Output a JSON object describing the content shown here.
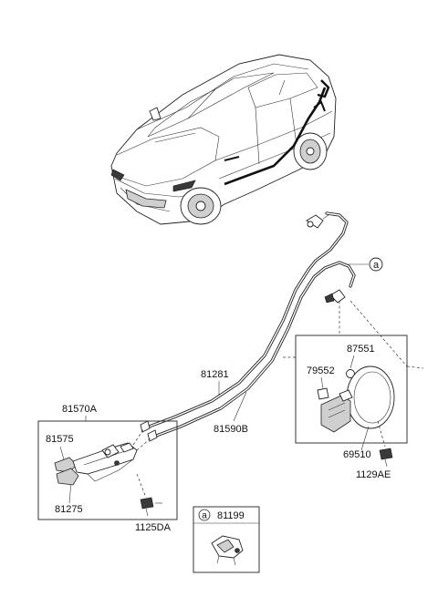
{
  "labels": {
    "p81281": "81281",
    "p81590B": "81590B",
    "p81570A": "81570A",
    "p81575": "81575",
    "p81275": "81275",
    "p1125DA": "1125DA",
    "p87551": "87551",
    "p79552": "79552",
    "p69510": "69510",
    "p1129AE": "1129AE",
    "p81199": "81199",
    "ref_a": "a",
    "ref_a_box": "a"
  }
}
